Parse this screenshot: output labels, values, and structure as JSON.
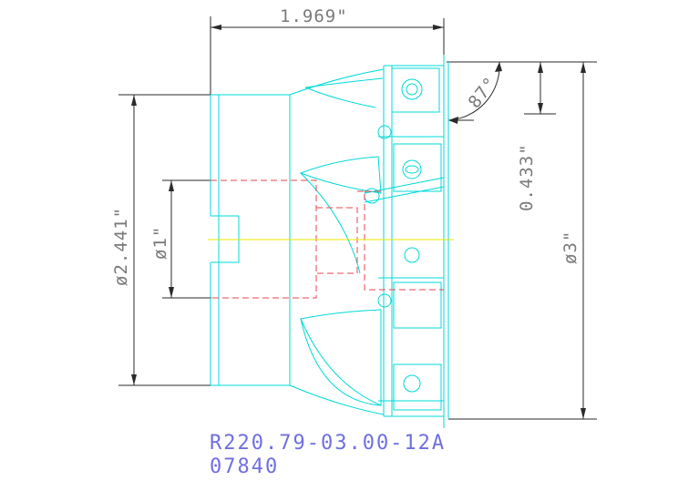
{
  "drawing": {
    "dimensions": {
      "overall_length": "1.969\"",
      "lead_angle": "87°",
      "insert_height": "0.433\"",
      "cutter_diameter": "ø3\"",
      "body_diameter": "ø2.441\"",
      "bore_diameter": "ø1\""
    },
    "part_number": "R220.79-03.00-12A",
    "part_code": "07840"
  },
  "colors": {
    "outline": "#00d8d8",
    "dimension": "#2a2a2a",
    "dimension_text": "#7a7a7a",
    "hidden": "#e8464e",
    "centerline": "#e8e800",
    "caption": "#6f6fe0"
  }
}
